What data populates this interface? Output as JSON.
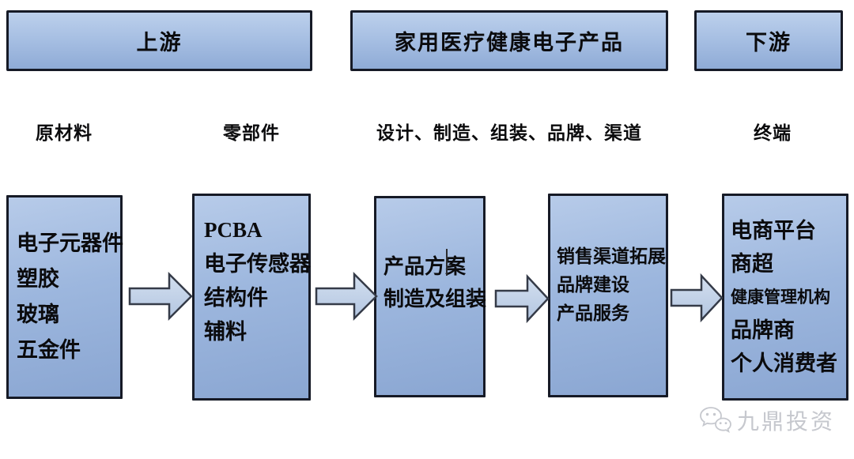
{
  "colors": {
    "box_fill_top": "#b7cbe9",
    "box_fill_bottom": "#8aa6d2",
    "box_border": "#161a26",
    "arrow_fill_top": "#d3dfef",
    "arrow_fill_bottom": "#b3c6e1",
    "arrow_border": "#353b48",
    "text": "#0b0b0d",
    "watermark_gray": "#c6c8ce",
    "background": "#ffffff"
  },
  "diagram": {
    "headers": [
      {
        "label": "上游"
      },
      {
        "label": "家用医疗健康电子产品"
      },
      {
        "label": "下游"
      }
    ],
    "stage_labels": [
      {
        "label": "原材料"
      },
      {
        "label": "零部件"
      },
      {
        "label": "设计、制造、组装、品牌、渠道"
      },
      {
        "label": "终端"
      }
    ],
    "process_boxes": [
      {
        "name": "raw-materials",
        "lines": [
          "电子元器件",
          "塑胶",
          "玻璃",
          "五金件"
        ]
      },
      {
        "name": "components",
        "lines": [
          "PCBA",
          "电子传感器",
          "结构件",
          "辅料"
        ]
      },
      {
        "name": "design-manufacturing",
        "lines": [
          "产品方案",
          "制造及组装"
        ]
      },
      {
        "name": "sales-brand",
        "lines": [
          "销售渠道拓展",
          "品牌建设",
          "产品服务"
        ]
      },
      {
        "name": "terminal-channels",
        "lines": [
          "电商平台",
          "商超",
          "健康管理机构",
          "品牌商",
          "个人消费者"
        ]
      }
    ],
    "arrow_count": 4,
    "watermark": {
      "brand_name": "九鼎投资",
      "icon": "wechat-bubbles-icon"
    }
  }
}
